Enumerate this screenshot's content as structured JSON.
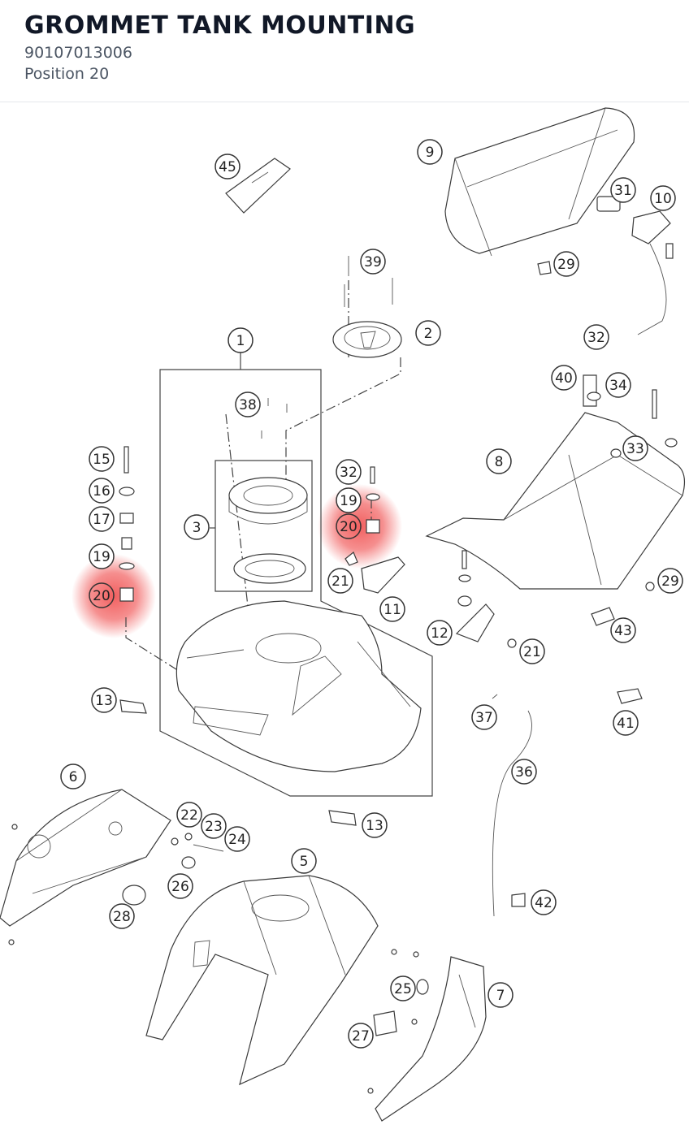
{
  "header": {
    "title": "GROMMET TANK MOUNTING",
    "part_number": "90107013006",
    "position": "Position 20"
  },
  "highlight_color": "#ef4444",
  "callouts": [
    "45",
    "9",
    "31",
    "10",
    "29",
    "39",
    "2",
    "1",
    "32",
    "40",
    "34",
    "38",
    "33",
    "8",
    "15",
    "16",
    "17",
    "19",
    "20",
    "3",
    "32",
    "19",
    "20",
    "21",
    "11",
    "29",
    "12",
    "21",
    "43",
    "13",
    "37",
    "36",
    "41",
    "6",
    "22",
    "23",
    "24",
    "13",
    "5",
    "26",
    "28",
    "42",
    "25",
    "7",
    "27"
  ]
}
